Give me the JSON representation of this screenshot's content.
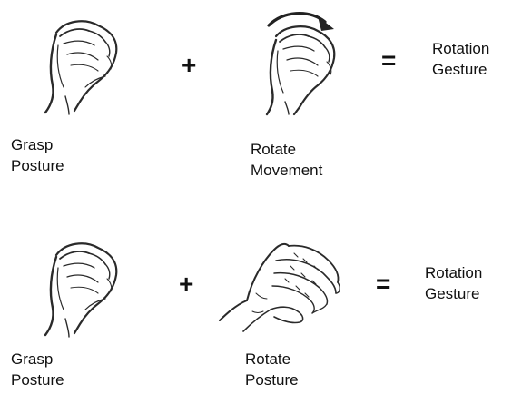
{
  "rows": [
    {
      "operator_plus": "+",
      "operator_equals": "=",
      "left_caption": [
        "Grasp",
        "Posture"
      ],
      "right_caption": [
        "Rotate",
        "Movement"
      ],
      "result": [
        "Rotation",
        "Gesture"
      ],
      "left_icon": "fist-grasp-icon",
      "right_icon": "fist-with-rotation-arrow-icon"
    },
    {
      "operator_plus": "+",
      "operator_equals": "=",
      "left_caption": [
        "Grasp",
        "Posture"
      ],
      "right_caption": [
        "Rotate",
        "Posture"
      ],
      "result": [
        "Rotation",
        "Gesture"
      ],
      "left_icon": "fist-grasp-icon",
      "right_icon": "rotating-hand-icon"
    }
  ]
}
